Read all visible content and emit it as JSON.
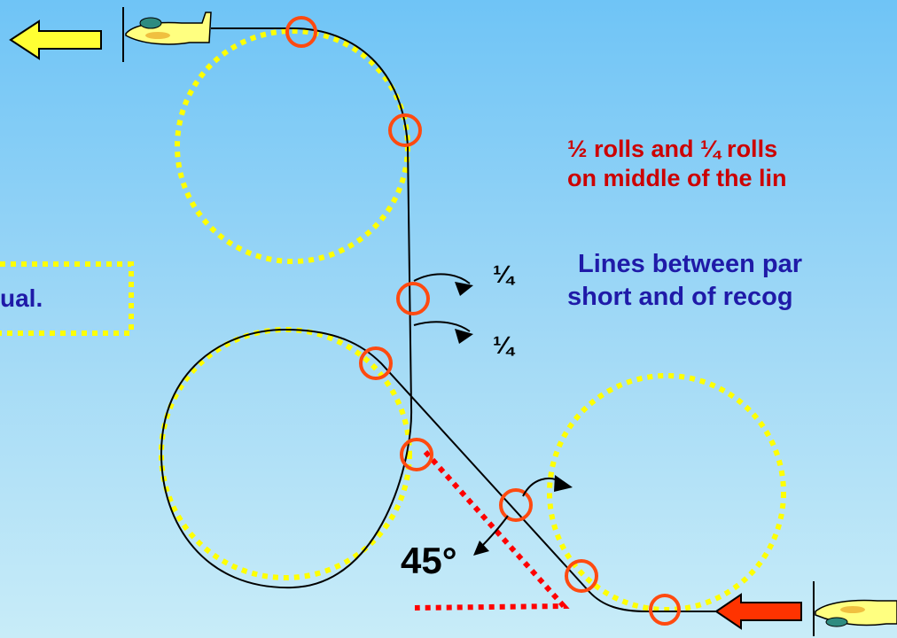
{
  "colors": {
    "sky_top": "#6fc4f6",
    "sky_bottom": "#c8ecf8",
    "guide_circle": "#ffff00",
    "marker_circle": "#ff4a10",
    "angle_guide": "#ff0000",
    "left_arrow": "#ffff33",
    "right_arrow": "#ff3300",
    "heading_text": "#cc0000",
    "body_text": "#1f1aa8",
    "flight_path": "#000000"
  },
  "text": {
    "roll_note_line1": "½ rolls and ¼ rolls",
    "roll_note_line2": "on middle of the lin",
    "lines_note_line1": "Lines between par",
    "lines_note_line2": "short and of recog",
    "left_box_label": "ual.",
    "quarter_top": "¼",
    "quarter_bottom": "¼",
    "angle_label": "45°"
  },
  "icons": {
    "entry_arrow": "left-arrow-icon",
    "exit_arrow": "left-arrow-icon",
    "aircraft": "airplane-icon"
  }
}
